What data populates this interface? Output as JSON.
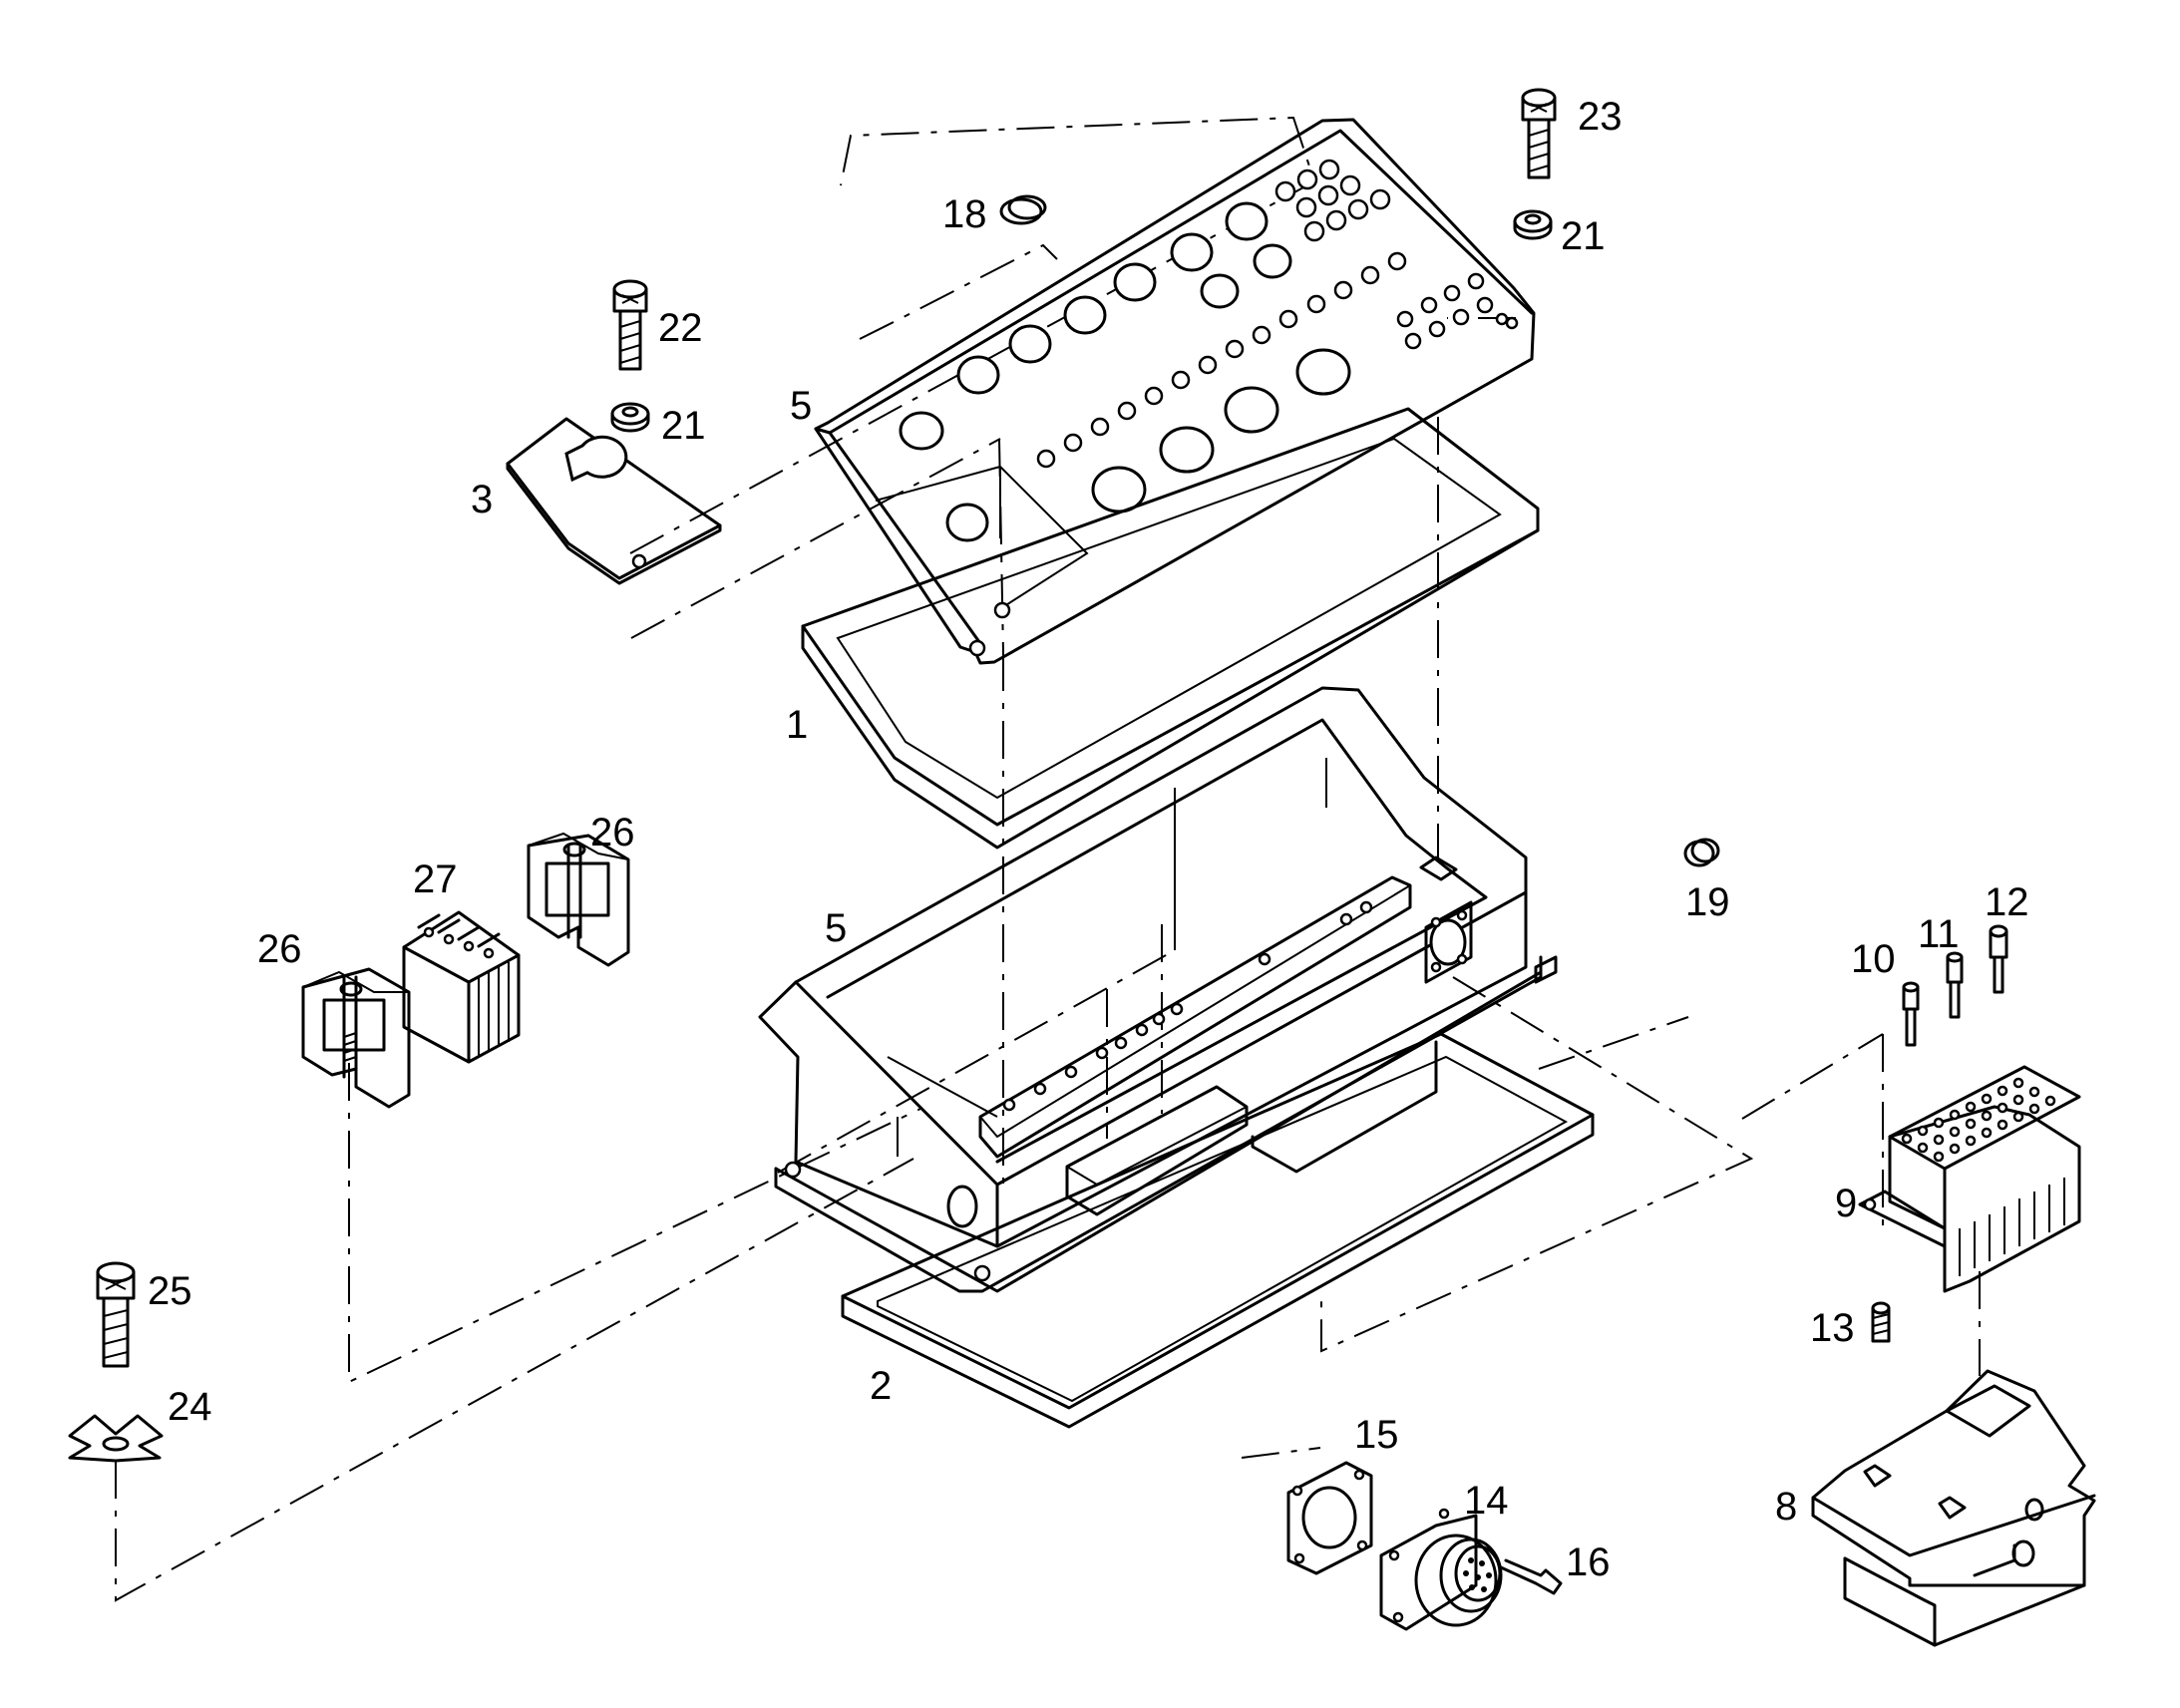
{
  "callouts": [
    {
      "id": "c1",
      "text": "1"
    },
    {
      "id": "c2",
      "text": "2"
    },
    {
      "id": "c3",
      "text": "3"
    },
    {
      "id": "c5a",
      "text": "5"
    },
    {
      "id": "c5b",
      "text": "5"
    },
    {
      "id": "c8",
      "text": "8"
    },
    {
      "id": "c9",
      "text": "9"
    },
    {
      "id": "c10",
      "text": "10"
    },
    {
      "id": "c11",
      "text": "11"
    },
    {
      "id": "c12",
      "text": "12"
    },
    {
      "id": "c13",
      "text": "13"
    },
    {
      "id": "c14",
      "text": "14"
    },
    {
      "id": "c15",
      "text": "15"
    },
    {
      "id": "c16",
      "text": "16"
    },
    {
      "id": "c18",
      "text": "18"
    },
    {
      "id": "c19",
      "text": "19"
    },
    {
      "id": "c21a",
      "text": "21"
    },
    {
      "id": "c21b",
      "text": "21"
    },
    {
      "id": "c22",
      "text": "22"
    },
    {
      "id": "c23",
      "text": "23"
    },
    {
      "id": "c24",
      "text": "24"
    },
    {
      "id": "c25",
      "text": "25"
    },
    {
      "id": "c26a",
      "text": "26"
    },
    {
      "id": "c26b",
      "text": "26"
    },
    {
      "id": "c27",
      "text": "27"
    }
  ]
}
